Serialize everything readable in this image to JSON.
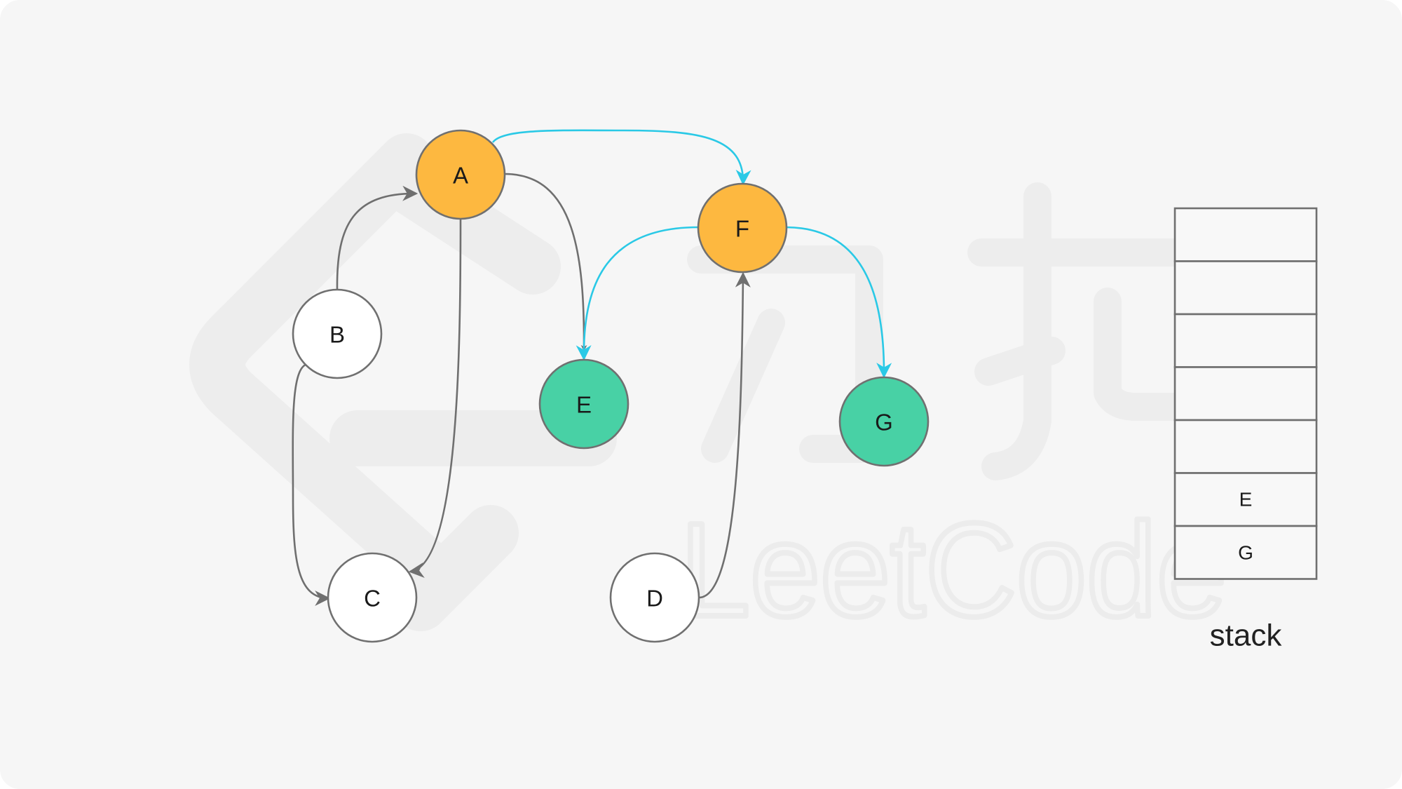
{
  "colors": {
    "background": "#f6f6f6",
    "visiting": "#fdb840",
    "done": "#48d1a5",
    "unvisited": "#ffffff",
    "node_stroke": "#707070",
    "edge_default": "#6f6f6f",
    "edge_active": "#2ac9e6",
    "watermark": "#ededed"
  },
  "graph": {
    "nodes": [
      {
        "id": "A",
        "label": "A",
        "state": "visiting"
      },
      {
        "id": "B",
        "label": "B",
        "state": "unvisited"
      },
      {
        "id": "C",
        "label": "C",
        "state": "unvisited"
      },
      {
        "id": "D",
        "label": "D",
        "state": "unvisited"
      },
      {
        "id": "E",
        "label": "E",
        "state": "done"
      },
      {
        "id": "F",
        "label": "F",
        "state": "visiting"
      },
      {
        "id": "G",
        "label": "G",
        "state": "done"
      }
    ],
    "edges": [
      {
        "from": "A",
        "to": "F",
        "active": true
      },
      {
        "from": "F",
        "to": "E",
        "active": true
      },
      {
        "from": "F",
        "to": "G",
        "active": true
      },
      {
        "from": "A",
        "to": "E",
        "active": false
      },
      {
        "from": "A",
        "to": "C",
        "active": false
      },
      {
        "from": "B",
        "to": "A",
        "active": false
      },
      {
        "from": "B",
        "to": "C",
        "active": false
      },
      {
        "from": "D",
        "to": "F",
        "active": false
      }
    ]
  },
  "stack": {
    "title": "stack",
    "slots": [
      "",
      "",
      "",
      "",
      "",
      "E",
      "G"
    ]
  },
  "watermark": {
    "text": "LeetCode"
  }
}
